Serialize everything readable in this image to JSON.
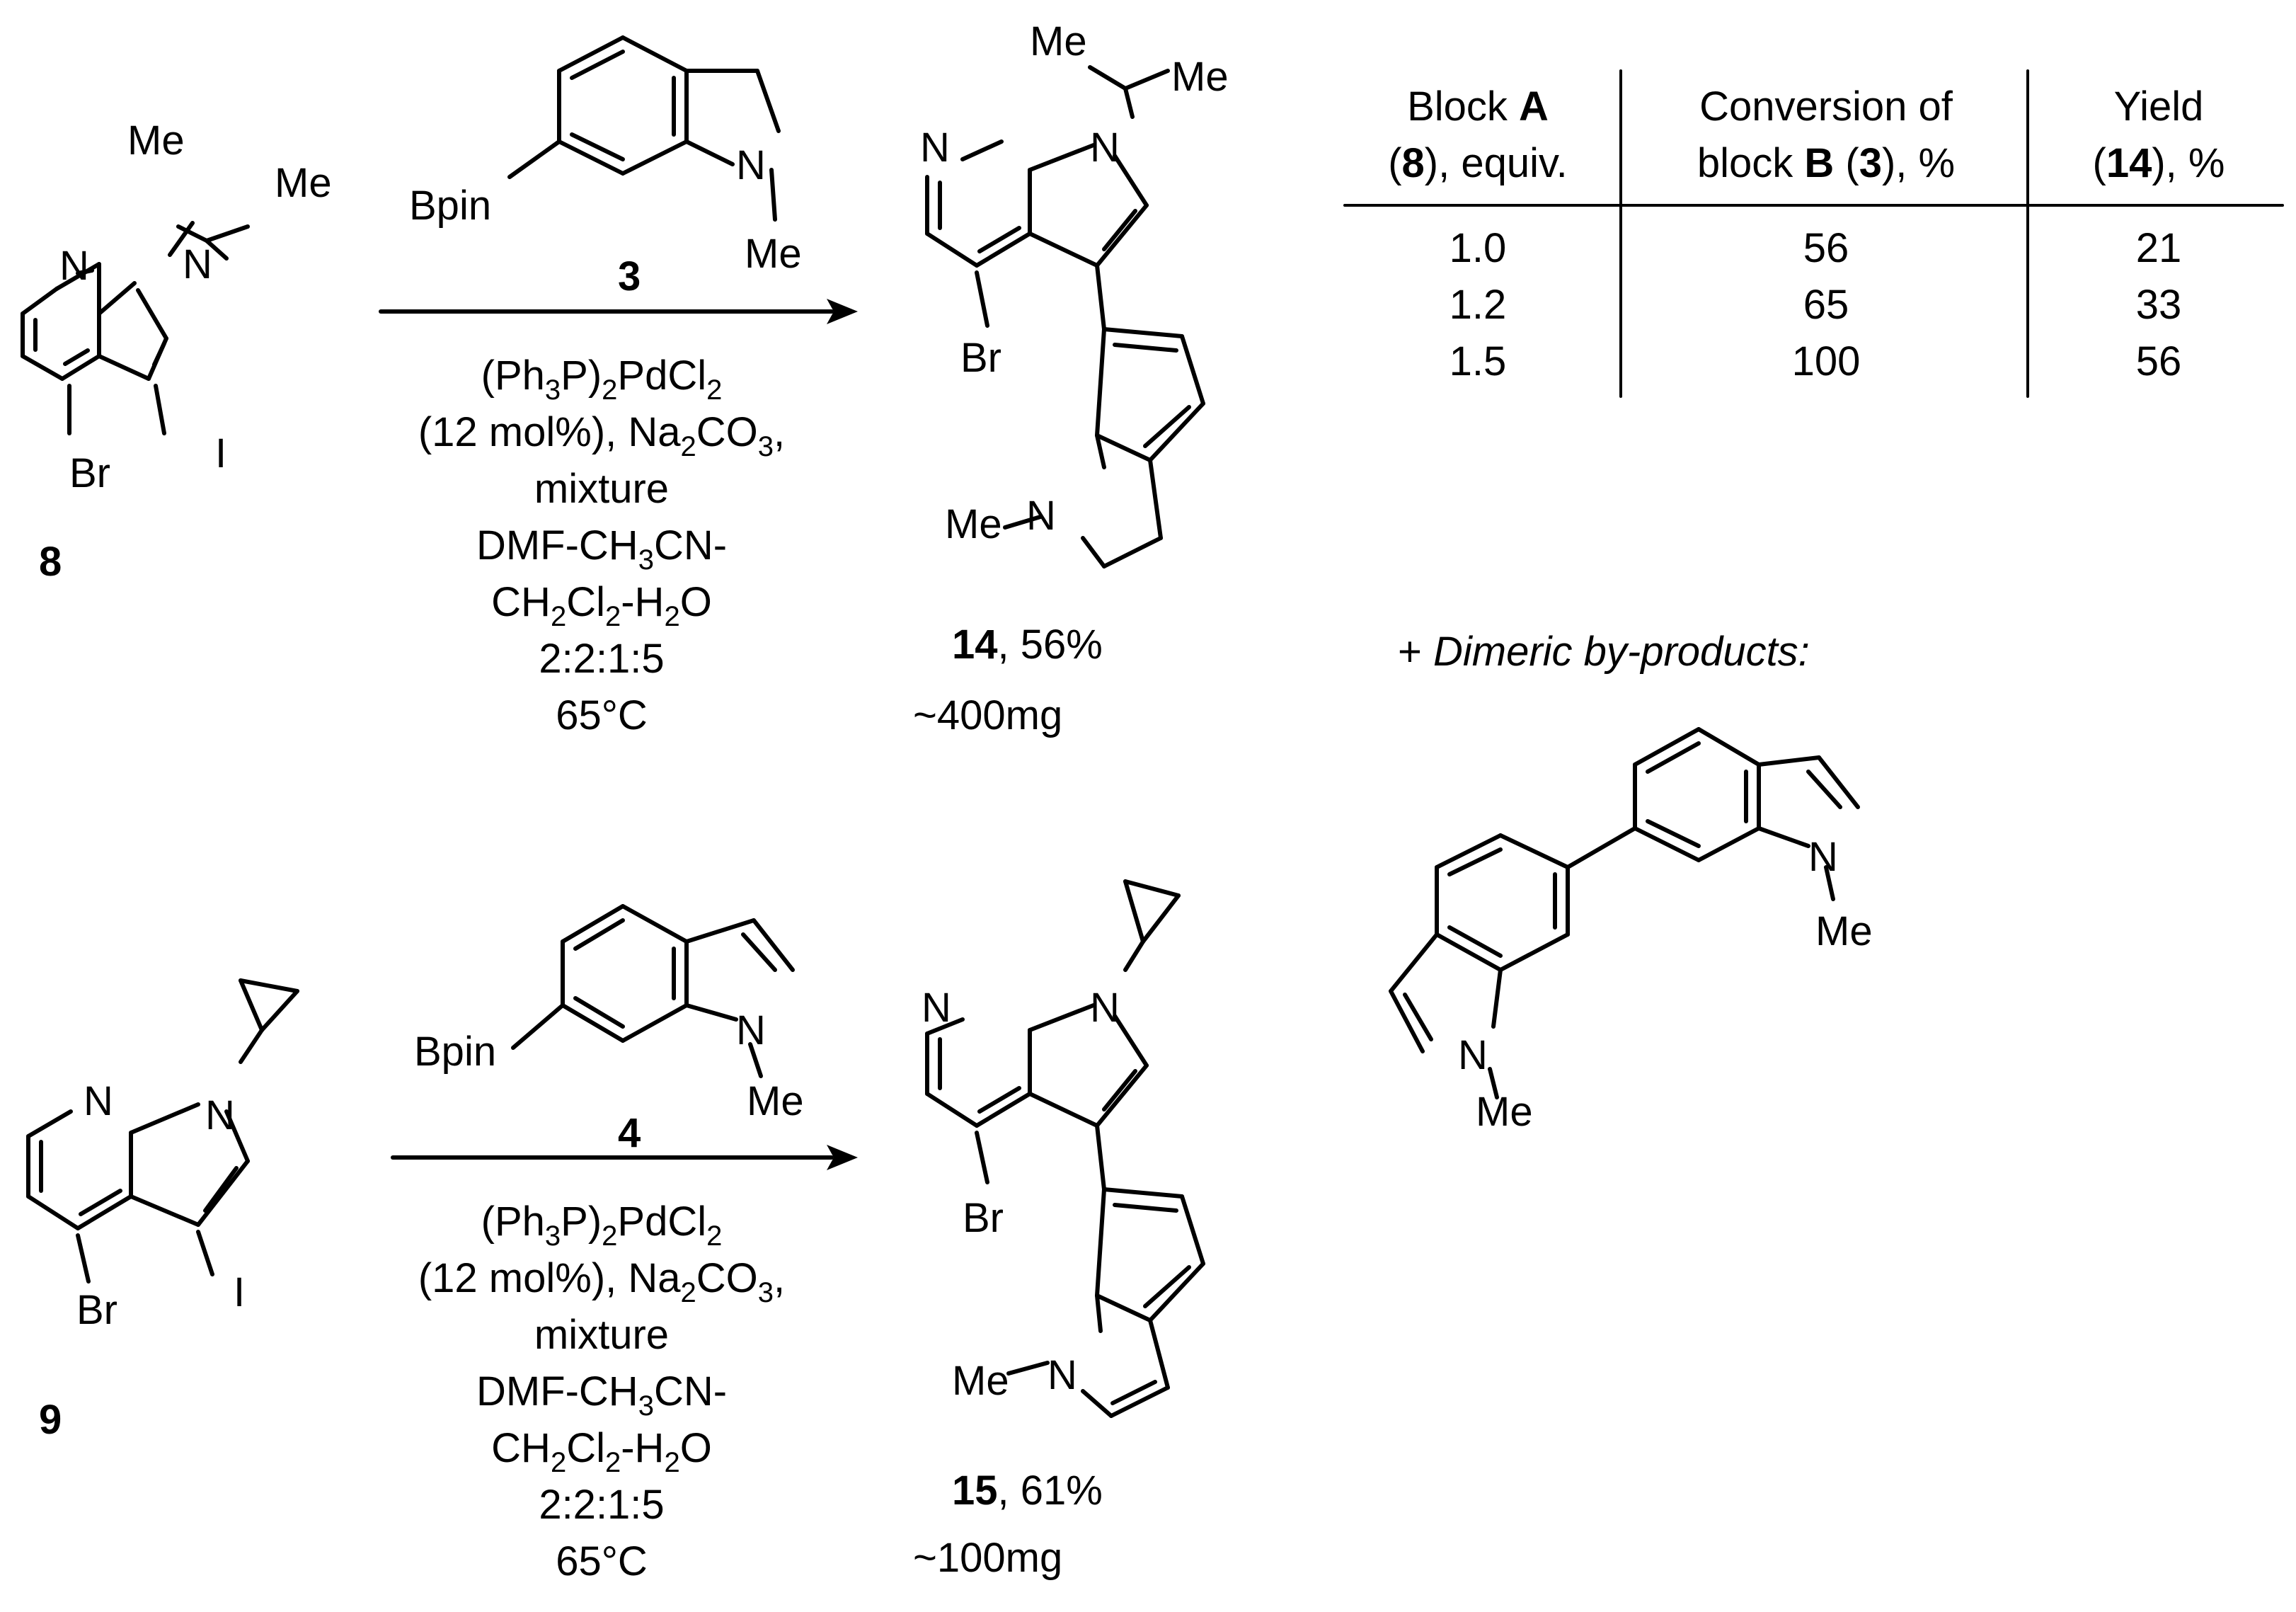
{
  "atoms": {
    "me": "Me",
    "n": "N",
    "br": "Br",
    "i": "I",
    "bpin": "Bpin"
  },
  "compounds": {
    "c8": "8",
    "c9": "9",
    "c3": "3",
    "c4": "4",
    "c14": "14",
    "c15": "15"
  },
  "results": {
    "r14_yield": ", 56%",
    "r14_mass": "~400mg",
    "r15_yield": ", 61%",
    "r15_mass": "~100mg"
  },
  "conditions": {
    "cat_a": "(Ph",
    "cat_sub3": "3",
    "cat_b": "P)",
    "cat_sub2": "2",
    "cat_c": "PdCl",
    "load_a": "(12 mol%), Na",
    "load_b": "CO",
    "load_c": ",",
    "mixture": "mixture",
    "solv1_a": "DMF-CH",
    "solv1_b": "CN-",
    "solv2_a": "CH",
    "solv2_b": "Cl",
    "solv2_c": "-H",
    "solv2_d": "O",
    "ratio": "2:2:1:5",
    "temp": "65°C"
  },
  "table": {
    "h1_line1_a": "Block ",
    "h1_line1_b": "A",
    "h1_line2_a": "(",
    "h1_line2_b": "8",
    "h1_line2_c": "), equiv.",
    "h2_line1": "Conversion of",
    "h2_line2_a": "block ",
    "h2_line2_b": "B",
    "h2_line2_c": " (",
    "h2_line2_d": "3",
    "h2_line2_e": "), %",
    "h3_line1": "Yield",
    "h3_line2_a": "(",
    "h3_line2_b": "14",
    "h3_line2_c": "), %",
    "rows": [
      {
        "equiv": "1.0",
        "conversion": "56",
        "yield": "21"
      },
      {
        "equiv": "1.2",
        "conversion": "65",
        "yield": "33"
      },
      {
        "equiv": "1.5",
        "conversion": "100",
        "yield": "56"
      }
    ]
  },
  "byproducts": {
    "plus": "+ ",
    "label": "Dimeric by-products:"
  }
}
